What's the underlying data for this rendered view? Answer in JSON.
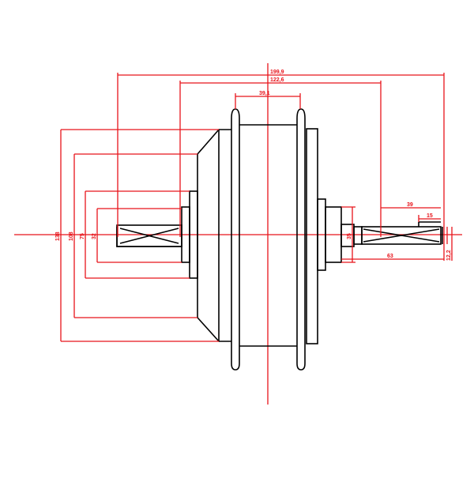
{
  "drawing": {
    "subject": "Hub motor technical drawing",
    "line_color": "#e8141b",
    "outline_color": "#000000",
    "background": "#ffffff"
  },
  "dimensions": {
    "overall_width": "199,9",
    "body_width": "122,6",
    "flange_spacing": "39,1",
    "dia_outer": "138",
    "dia_body": "108",
    "dia_hub": "75",
    "dia_axle_left": "32",
    "dia_axle_right": "35",
    "axle_length": "39",
    "flat_length": "15",
    "axle_extension": "63",
    "axle_flat": "12,2"
  }
}
